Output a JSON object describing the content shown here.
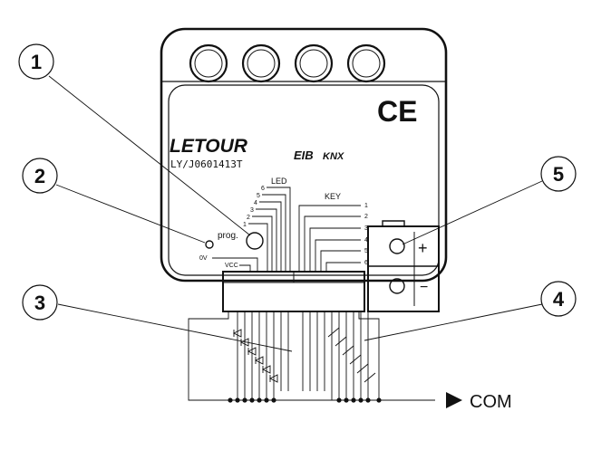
{
  "device": {
    "brand": "LETOUR",
    "model": "LY/J0601413T",
    "ce_mark": "CE",
    "eib_mark": "EIB",
    "knx_mark": "KNX",
    "prog_label": "prog.",
    "led_label": "LED",
    "key_label": "KEY",
    "ov_label": "0V",
    "vcc_label": "VCC",
    "led_pins": [
      "6",
      "5",
      "4",
      "3",
      "2",
      "1"
    ],
    "key_pins": [
      "1",
      "2",
      "3",
      "4",
      "5",
      "6"
    ],
    "plus_label": "+",
    "minus_label": "−"
  },
  "callouts": [
    "1",
    "2",
    "3",
    "4",
    "5"
  ],
  "com_label": "COM",
  "colors": {
    "stroke": "#111111",
    "body": "#ffffff"
  }
}
